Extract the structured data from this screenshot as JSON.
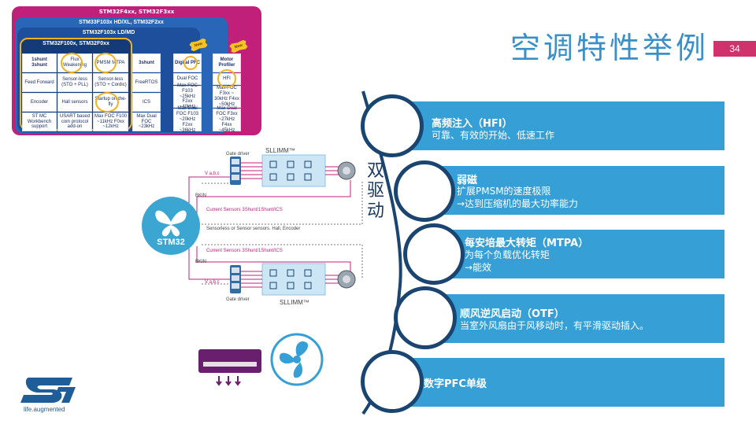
{
  "title": "空调特性举例",
  "page_number": "34",
  "colors": {
    "accent_blue": "#359fd6",
    "title_blue": "#3b8fc7",
    "page_tag": "#d0336c",
    "dark_navy": "#1a4570"
  },
  "inset": {
    "layer1": "STM32F4xx, STM32F3xx",
    "layer2": "STM33F103x HD/XL, STM32F2xx",
    "layer3": "STM32F103x LD/MD",
    "layer4": "STM32F100x, STM32F0xx",
    "cells": {
      "c1": "1shunt 3shunt",
      "c2": "Flux Weakening",
      "c3": "PMSM MTPA",
      "c4": "Feed Forward",
      "c5": "Sensor-less (STO + PLL)",
      "c6": "Sensor-less (STO + Cordic)",
      "c7": "Encoder",
      "c8": "Hall sensors",
      "c9": "Startup on-the-fly",
      "c10": "ST MC Workbench support",
      "c11": "USART based com protocol add-on",
      "c12": "Max FOC F100 ~11kHz F0xx ~12kHz",
      "c13": "3shunt",
      "c14": "FreeRTOS",
      "c15": "ICS",
      "c16": "Max Dual FOC ~23kHz",
      "c17": "Digital PFC",
      "c18": "Dual FOC",
      "c19": "Max FOC F103 ~25kHz F2xx ~40kHz",
      "c20": "Max Dual FOC F103 ~20kHz F2xx ~36kHz",
      "c21": "Motor Profiler",
      "c22": "HFI",
      "c23": "Max FOC F3xx ~ 30kHz F4xx ~50kHz",
      "c24": "Max Dual FOC F3xx ~27kHz F4xx ~45kHz"
    },
    "new_tag": "New"
  },
  "diagram": {
    "gate_driver": "Gate driver",
    "sllimm": "SLLIMM™",
    "vabc": "V a,b,c",
    "bkin": "BKIN",
    "current_sensors": "Current Sensors 3Shunt/1Shunt/ICS",
    "sensorless": "Sensorless or Sensor sensors. Hall, Encoder",
    "stm32": "STM32"
  },
  "timeline": {
    "vertical_label": "双驱动",
    "items": [
      {
        "title": "高频注入（HFI）",
        "lines": [
          "可靠、有效的开始、低速工作"
        ]
      },
      {
        "title": "弱磁",
        "lines": [
          "扩展PMSM的速度极限",
          "→达到压缩机的最大功率能力"
        ]
      },
      {
        "title": "每安培最大转矩（MTPA）",
        "lines": [
          "为每个负载优化转矩",
          "→能效"
        ]
      },
      {
        "title": "顺风逆风启动（OTF）",
        "lines": [
          "当室外风扇由于风移动时，有平滑驱动插入。"
        ]
      },
      {
        "title": "数字PFC单级",
        "lines": []
      }
    ]
  },
  "logo": {
    "tagline": "life.augmented"
  }
}
